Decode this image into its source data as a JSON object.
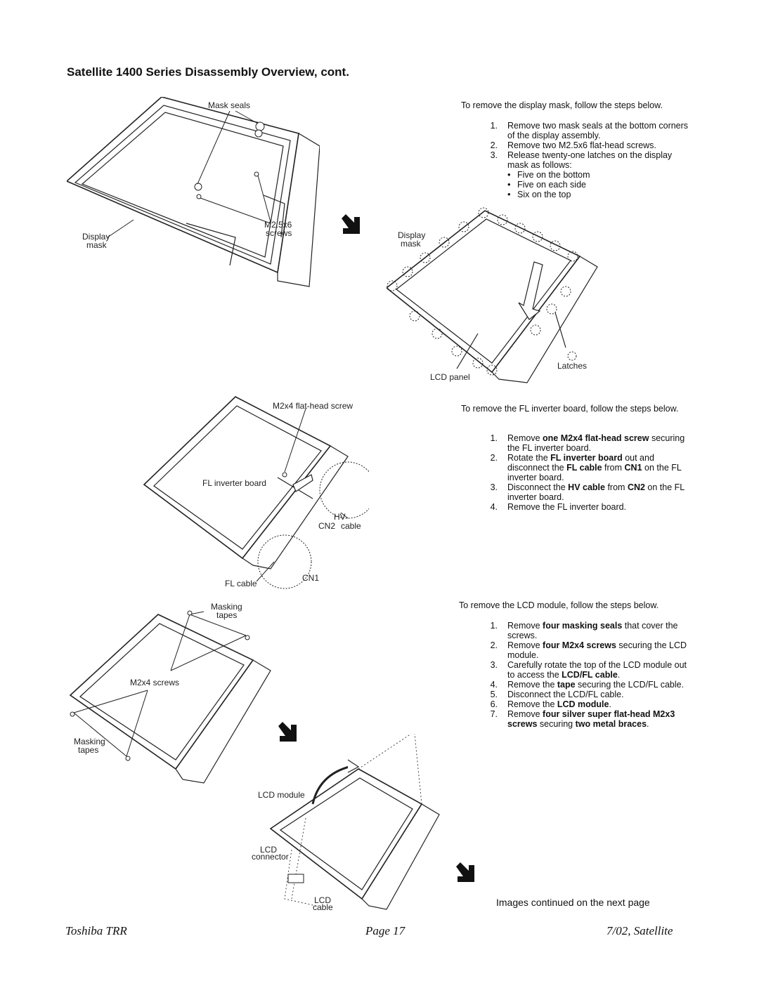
{
  "header": {
    "title": "Satellite 1400 Series Disassembly Overview, cont."
  },
  "section1": {
    "intro": "To remove the display mask, follow the steps below.",
    "steps": [
      {
        "num": "1.",
        "parts": [
          {
            "t": "Remove two mask seals at the bottom corners of the display assembly.",
            "b": false
          }
        ]
      },
      {
        "num": "2.",
        "parts": [
          {
            "t": "Remove two M2.5x6 flat-head screws.",
            "b": false
          }
        ]
      },
      {
        "num": "3.",
        "parts": [
          {
            "t": "Release twenty-one latches on the display mask as follows:",
            "b": false
          }
        ]
      }
    ],
    "bullets": [
      "Five on the bottom",
      "Five on each side",
      "Six on the top"
    ],
    "fig1_labels": {
      "mask_seals": "Mask seals",
      "display": "Display",
      "mask": "mask",
      "screw_size": "M2.5x6",
      "screws": "screws"
    },
    "fig2_labels": {
      "display": "Display",
      "mask": "mask",
      "lcd_panel": "LCD panel",
      "latches": "Latches"
    }
  },
  "section2": {
    "intro": "To remove the FL inverter board, follow the steps below.",
    "steps": [
      {
        "num": "1.",
        "parts": [
          {
            "t": "Remove ",
            "b": false
          },
          {
            "t": "one M2x4 flat-head screw",
            "b": true
          },
          {
            "t": " securing the FL inverter board.",
            "b": false
          }
        ]
      },
      {
        "num": "2.",
        "parts": [
          {
            "t": "Rotate the ",
            "b": false
          },
          {
            "t": "FL inverter board",
            "b": true
          },
          {
            "t": " out and disconnect the ",
            "b": false
          },
          {
            "t": "FL cable",
            "b": true
          },
          {
            "t": " from ",
            "b": false
          },
          {
            "t": "CN1",
            "b": true
          },
          {
            "t": " on the FL inverter board.",
            "b": false
          }
        ]
      },
      {
        "num": "3.",
        "parts": [
          {
            "t": "Disconnect the ",
            "b": false
          },
          {
            "t": "HV cable",
            "b": true
          },
          {
            "t": " from ",
            "b": false
          },
          {
            "t": "CN2",
            "b": true
          },
          {
            "t": " on the FL inverter board.",
            "b": false
          }
        ]
      },
      {
        "num": "4.",
        "parts": [
          {
            "t": "Remove the FL inverter board.",
            "b": false
          }
        ]
      }
    ],
    "fig_labels": {
      "screw": "M2x4 flat-head screw",
      "board": "FL inverter board",
      "hv": "HV",
      "cn2": "CN2",
      "cable": "cable",
      "fl_cable": "FL cable",
      "cn1": "CN1"
    }
  },
  "section3": {
    "intro": "To remove the LCD module, follow the steps below.",
    "steps": [
      {
        "num": "1.",
        "parts": [
          {
            "t": "Remove ",
            "b": false
          },
          {
            "t": "four masking seals",
            "b": true
          },
          {
            "t": " that cover the screws.",
            "b": false
          }
        ]
      },
      {
        "num": "2.",
        "parts": [
          {
            "t": "Remove ",
            "b": false
          },
          {
            "t": "four M2x4 screws",
            "b": true
          },
          {
            "t": " securing the LCD module.",
            "b": false
          }
        ]
      },
      {
        "num": "3.",
        "parts": [
          {
            "t": "Carefully rotate the top of the LCD module out to access the ",
            "b": false
          },
          {
            "t": "LCD/FL cable",
            "b": true
          },
          {
            "t": ".",
            "b": false
          }
        ]
      },
      {
        "num": "4.",
        "parts": [
          {
            "t": "Remove the ",
            "b": false
          },
          {
            "t": "tape",
            "b": true
          },
          {
            "t": " securing the LCD/FL cable.",
            "b": false
          }
        ]
      },
      {
        "num": "5.",
        "parts": [
          {
            "t": "Disconnect the LCD/FL cable.",
            "b": false
          }
        ]
      },
      {
        "num": "6.",
        "parts": [
          {
            "t": "Remove the ",
            "b": false
          },
          {
            "t": "LCD module",
            "b": true
          },
          {
            "t": ".",
            "b": false
          }
        ]
      },
      {
        "num": "7.",
        "parts": [
          {
            "t": "Remove ",
            "b": false
          },
          {
            "t": "four silver super flat-head M2x3 screws",
            "b": true
          },
          {
            "t": " securing ",
            "b": false
          },
          {
            "t": "two metal braces",
            "b": true
          },
          {
            "t": ".",
            "b": false
          }
        ]
      }
    ],
    "fig1_labels": {
      "masking": "Masking",
      "tapes": "tapes",
      "m2x4": "M2x4 screws"
    },
    "fig2_labels": {
      "lcd_module": "LCD module",
      "lcd": "LCD",
      "connector": "connector",
      "cable": "cable"
    }
  },
  "continued": "Images continued on the next page",
  "footer": {
    "left": "Toshiba TRR",
    "center": "Page 17",
    "right": "7/02, Satellite"
  }
}
